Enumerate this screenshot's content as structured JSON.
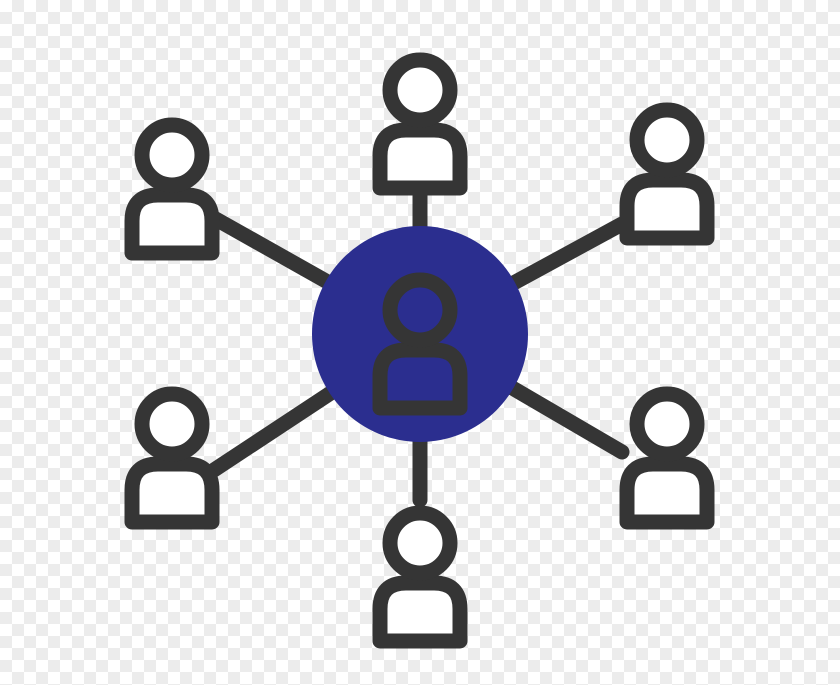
{
  "diagram": {
    "icon": "user-network-icon",
    "colors": {
      "stroke": "#353535",
      "hub_fill": "#2b2e8f",
      "node_fill": "#ffffff"
    },
    "hub": {
      "icon": "person-icon"
    },
    "nodes": [
      {
        "id": "top",
        "icon": "person-icon"
      },
      {
        "id": "top-right",
        "icon": "person-icon"
      },
      {
        "id": "bottom-right",
        "icon": "person-icon"
      },
      {
        "id": "bottom",
        "icon": "person-icon"
      },
      {
        "id": "bottom-left",
        "icon": "person-icon"
      },
      {
        "id": "top-left",
        "icon": "person-icon"
      }
    ]
  }
}
